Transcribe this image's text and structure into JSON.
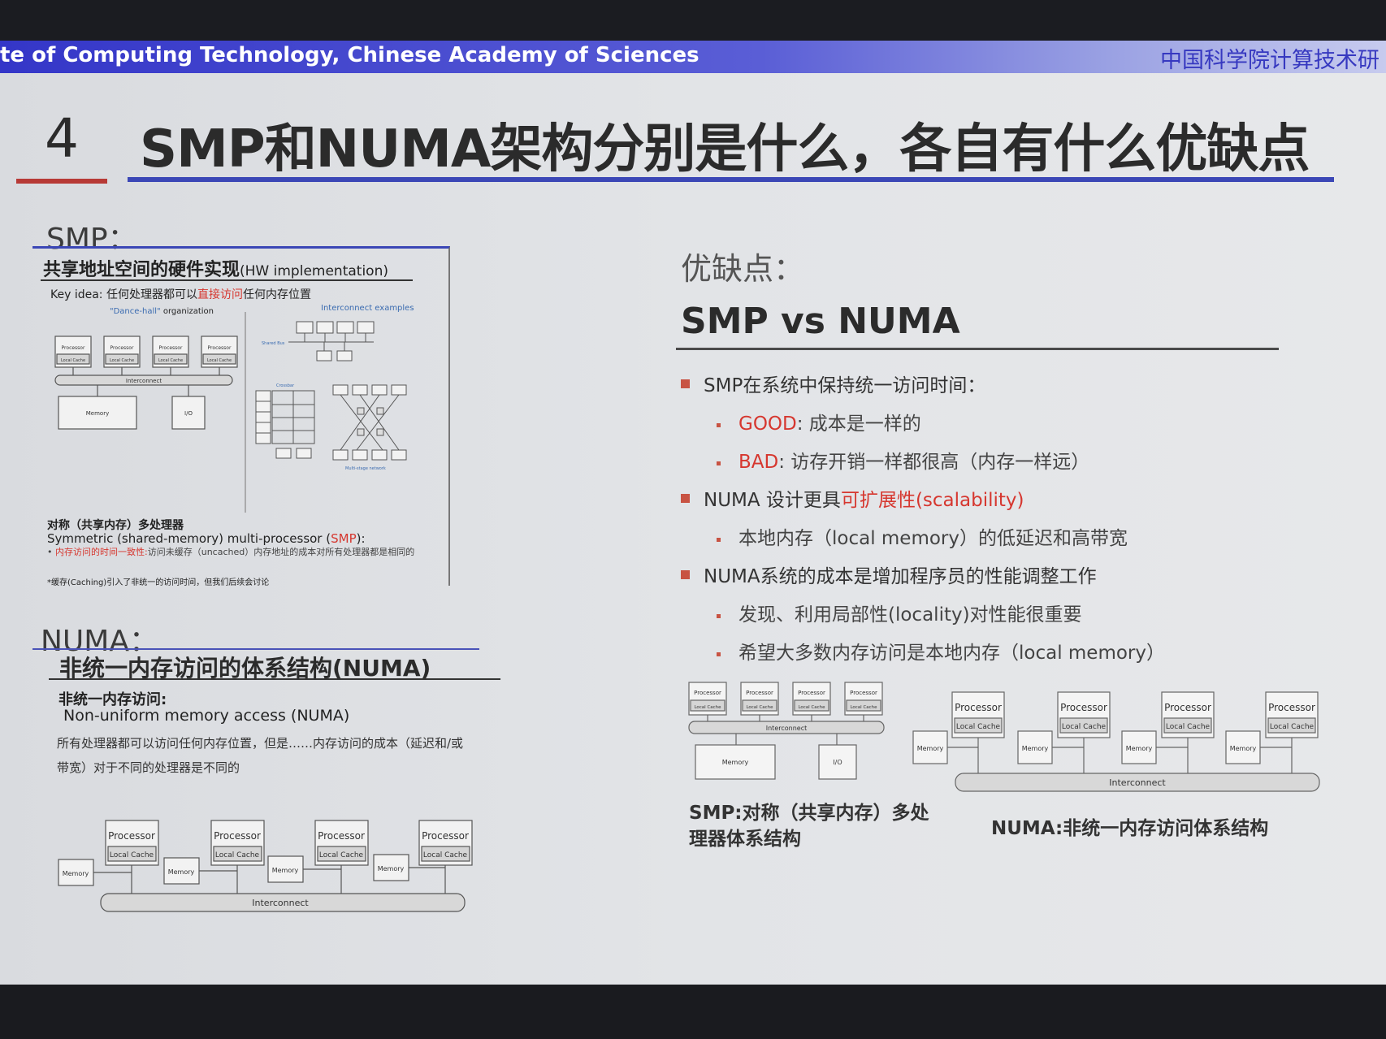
{
  "banner": {
    "english": "te of Computing Technology, Chinese Academy of Sciences",
    "chinese": "中国科学院计算技术研"
  },
  "slide": {
    "number": "4",
    "title": "SMP和NUMA架构分别是什么，各自有什么优缺点"
  },
  "smp_section": {
    "label": "SMP：",
    "image": {
      "title": "共享地址空间的硬件实现",
      "title_en": "(HW implementation)",
      "key_idea_prefix": "Key idea: 任何处理器都可以",
      "key_idea_red": "直接访问",
      "key_idea_suffix": "任何内存位置",
      "dance_hall_q": "\"Dance-hall\"",
      "dance_hall_label": " organization",
      "interconnect_examples": "Interconnect examples",
      "processor": "Processor",
      "local_cache": "Local Cache",
      "interconnect": "Interconnect",
      "memory": "Memory",
      "io": "I/O",
      "shared_bus": "Shared Bus",
      "crossbar": "Crossbar",
      "multistage": "Multi-stage network",
      "caption_zh": "对称（共享内存）多处理器",
      "caption_en_prefix": "Symmetric (shared-memory) multi-processor (",
      "caption_en_red": "SMP",
      "caption_en_suffix": "):",
      "bullet_red": "内存访问的时间一致性:",
      "bullet_text": "访问未缓存（uncached）内存地址的成本对所有处理器都是相同的",
      "footnote": "*缓存(Caching)引入了非统一的访问时间，但我们后续会讨论"
    }
  },
  "numa_section": {
    "label": "NUMA：",
    "image": {
      "title": "非统一内存访问的体系结构(NUMA)",
      "sub_zh": "非统一内存访问:",
      "sub_en": "Non-uniform memory access (NUMA)",
      "desc": "所有处理器都可以访问任何内存位置，但是……内存访问的成本（延迟和/或带宽）对于不同的处理器是不同的",
      "processor": "Processor",
      "local_cache": "Local Cache",
      "memory": "Memory",
      "interconnect": "Interconnect"
    }
  },
  "right": {
    "label": "优缺点：",
    "title": "SMP vs NUMA",
    "bullets": {
      "smp": "SMP在系统中保持统一访问时间：",
      "good_label": "GOOD",
      "good_text": ": 成本是一样的",
      "bad_label": "BAD",
      "bad_text": ": 访存开销一样都很高（内存一样远）",
      "numa_prefix": "NUMA 设计更具",
      "numa_red": "可扩展性(scalability)",
      "local": "本地内存（local memory）的低延迟和高带宽",
      "cost": "NUMA系统的成本是增加程序员的性能调整工作",
      "locality": "发现、利用局部性(locality)对性能很重要",
      "hope": "希望大多数内存访问是本地内存（local memory）"
    },
    "smp_caption": "SMP:对称（共享内存）多处理器体系结构",
    "numa_caption": "NUMA:非统一内存访问体系结构",
    "processor": "Processor",
    "local_cache": "Local Cache",
    "interconnect": "Interconnect",
    "memory": "Memory",
    "io": "I/O"
  },
  "colors": {
    "banner_blue": "#3436c8",
    "title_underline": "#3b47b6",
    "number_underline": "#b73a36",
    "accent_red": "#d6372f",
    "bullet_marker": "#c85343"
  }
}
